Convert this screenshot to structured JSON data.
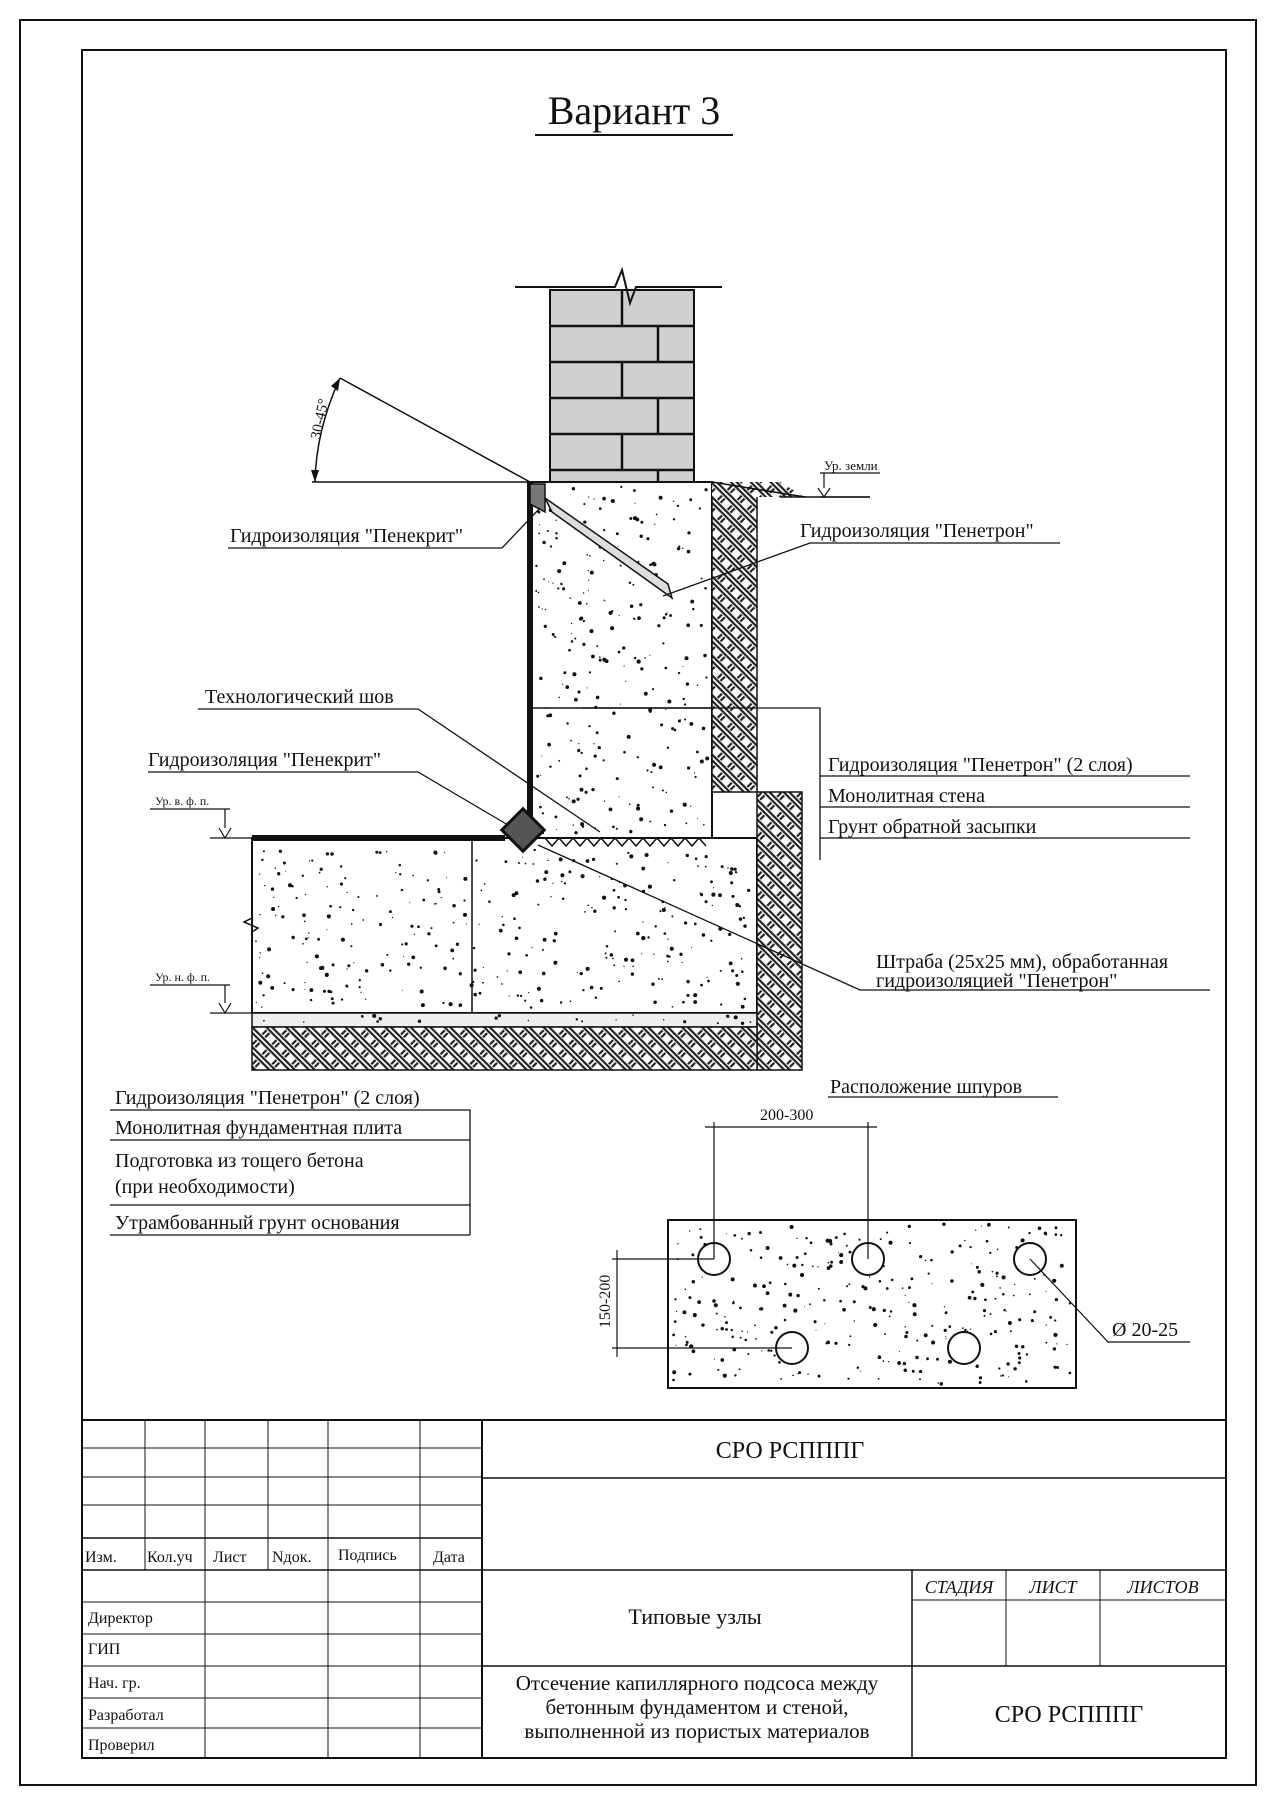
{
  "title": "Вариант 3",
  "angle_label": "30-45°",
  "level_ground": "Ур. земли",
  "level_top_slab": "Ур. в. ф. п.",
  "level_bottom_slab": "Ур. н. ф. п.",
  "labels": {
    "penekrit_top": "Гидроизоляция \"Пенекрит\"",
    "penetron_top": "Гидроизоляция \"Пенетрон\"",
    "tech_seam": "Технологический шов",
    "penekrit_corner": "Гидроизоляция \"Пенекрит\"",
    "groove_line1": "Штраба (25х25 мм), обработанная",
    "groove_line2": "гидроизоляцией \"Пенетрон\""
  },
  "wall_legend": [
    "Гидроизоляция \"Пенетрон\" (2 слоя)",
    "Монолитная стена",
    "Грунт обратной засыпки"
  ],
  "slab_legend": [
    "Гидроизоляция \"Пенетрон\" (2 слоя)",
    "Монолитная фундаментная плита",
    "Подготовка из тощего бетона",
    "(при необходимости)",
    "Утрамбованный грунт основания"
  ],
  "holes": {
    "title": "Расположение шпуров",
    "spacing_h": "200-300",
    "spacing_v": "150-200",
    "diameter": "Ø 20-25"
  },
  "title_block": {
    "org_top": "СРО РСПППГ",
    "col_headers": [
      "Изм.",
      "Кол.уч",
      "Лист",
      "Nдок.",
      "Подпись",
      "Дата"
    ],
    "roles": [
      "Директор",
      "ГИП",
      "Нач. гр.",
      "Разработал",
      "Проверил"
    ],
    "doc_type": "Типовые узлы",
    "doc_name_lines": [
      "Отсечение капиллярного подсоса между",
      "бетонным фундаментом и стеной,",
      "выполненной из пористых материалов"
    ],
    "stage_headers": [
      "СТАДИЯ",
      "ЛИСТ",
      "ЛИСТОВ"
    ],
    "org_bottom": "СРО РСПППГ"
  }
}
